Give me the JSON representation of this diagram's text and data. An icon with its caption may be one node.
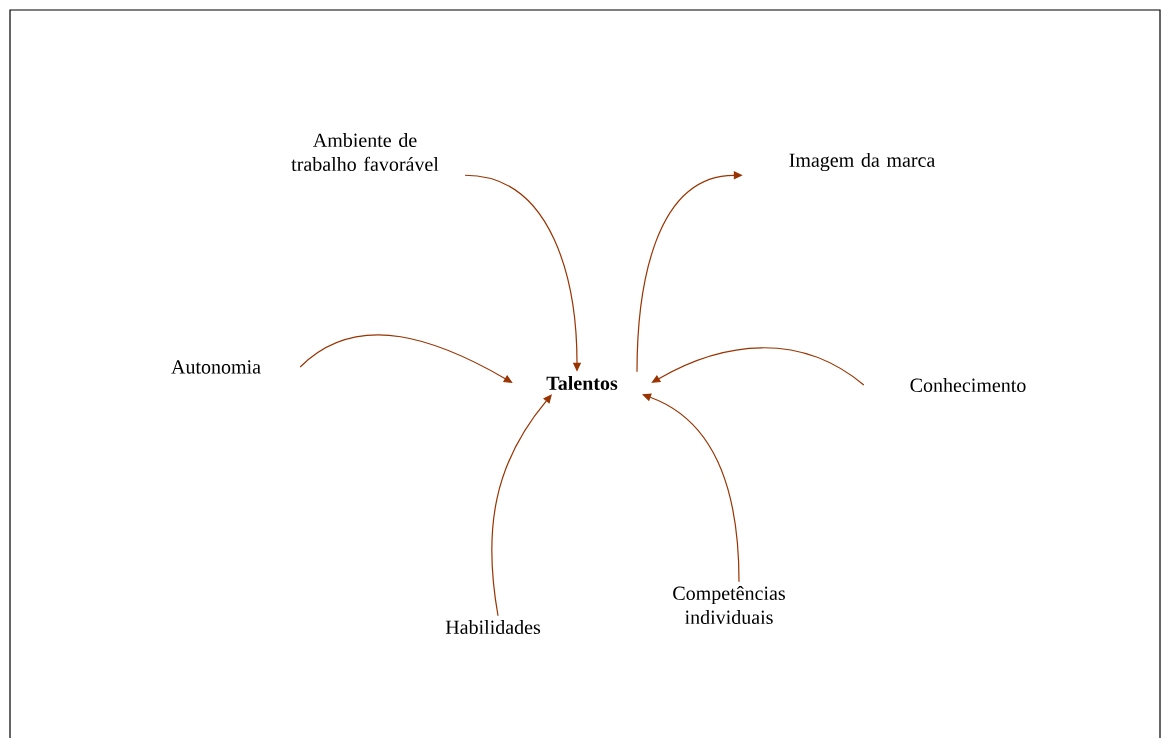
{
  "diagram": {
    "nodes": [
      {
        "text": [
          "Talentos"
        ]
      },
      {
        "text": [
          "Ambiente de trabalho favorável"
        ]
      },
      {
        "text": [
          "Imagem da marca"
        ]
      },
      {
        "text": [
          "Autonomia"
        ]
      },
      {
        "text": [
          "Conhecimento"
        ]
      },
      {
        "text": [
          "Habilidades"
        ]
      },
      {
        "text": [
          "Competências individuais"
        ]
      }
    ],
    "edges": [
      {
        "from": 1,
        "to": 0,
        "arrow": "to"
      },
      {
        "from": 0,
        "to": 2,
        "arrow": "to"
      },
      {
        "from": 3,
        "to": 0,
        "arrow": "to"
      },
      {
        "from": 4,
        "to": 0,
        "arrow": "to"
      },
      {
        "from": 5,
        "to": 0,
        "arrow": "to"
      },
      {
        "from": 6,
        "to": 0,
        "arrow": "to"
      }
    ]
  }
}
